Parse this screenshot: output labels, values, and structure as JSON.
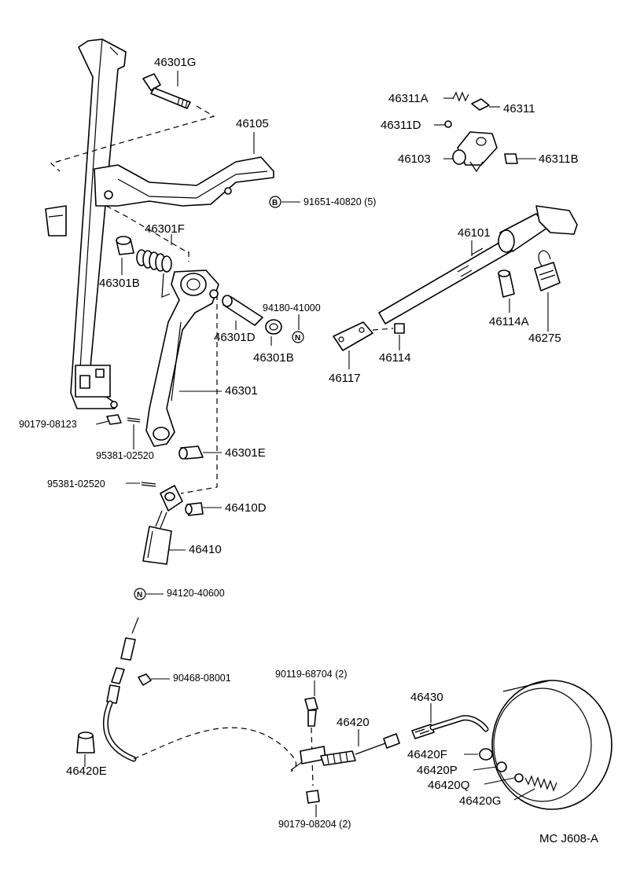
{
  "diagram_code": "MC J608-A",
  "markers": {
    "bolt_marker": "B",
    "nut_marker": "N"
  },
  "parts": {
    "p46301G": "46301G",
    "p46105": "46105",
    "p91651": "91651-40820 (5)",
    "p46301F": "46301F",
    "p46301B_a": "46301B",
    "p94180": "94180-41000",
    "p46301D": "46301D",
    "p46301B_b": "46301B",
    "p46301": "46301",
    "p90179_08123": "90179-08123",
    "p95381_a": "95381-02520",
    "p46301E": "46301E",
    "p95381_b": "95381-02520",
    "p46410D": "46410D",
    "p46410": "46410",
    "p94120": "94120-40600",
    "p90468": "90468-08001",
    "p46420E": "46420E",
    "p46311A": "46311A",
    "p46311": "46311",
    "p46311D": "46311D",
    "p46103": "46103",
    "p46311B": "46311B",
    "p46101": "46101",
    "p46114A": "46114A",
    "p46275": "46275",
    "p46117": "46117",
    "p46114": "46114",
    "p90119": "90119-68704 (2)",
    "p46430": "46430",
    "p46420": "46420",
    "p46420F": "46420F",
    "p46420P": "46420P",
    "p46420Q": "46420Q",
    "p46420G": "46420G",
    "p90179_08204": "90179-08204 (2)"
  }
}
